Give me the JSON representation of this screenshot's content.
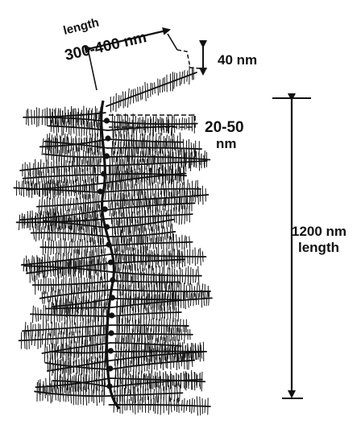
{
  "labels": {
    "length_word": "length",
    "length_value": "300-400 nm",
    "thickness": "40 nm",
    "spacing_value": "20-50",
    "spacing_unit": "nm",
    "total_value": "1200 nm",
    "total_word": "length"
  },
  "colors": {
    "ink": "#111111",
    "background": "#ffffff"
  }
}
